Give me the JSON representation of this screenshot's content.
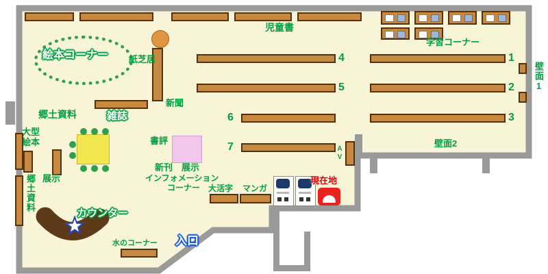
{
  "map": {
    "areas": {
      "children_books": "児童書",
      "study_corner": "学習コーナー",
      "wall_1": "壁面1",
      "wall_2": "壁面2",
      "picture_book_corner": "絵本コーナー",
      "kamishibai": "紙芝居",
      "newspaper": "新聞",
      "local_materials": "郷土資料",
      "magazines": "雑誌",
      "large_picture_books": "大型\n絵本",
      "display": "展示",
      "local_materials_side": "郷土資料",
      "book_review": "書評",
      "new_arrivals_display": "新刊　展示",
      "information_corner_line1": "インフォメーション",
      "information_corner_line2": "コーナー",
      "large_print": "大活字",
      "manga": "マンガ",
      "av": "AV",
      "current_location": "現在地",
      "counter": "カウンター",
      "water_corner": "水のコーナー",
      "entrance": "入口"
    },
    "shelf_numbers": [
      "1",
      "2",
      "3",
      "4",
      "5",
      "6",
      "7"
    ],
    "colors": {
      "floor": "#f8f4d8",
      "wall": "#9a9a98",
      "shelf": "#c7893f",
      "shelf_border": "#54300f",
      "label_green": "#00a040",
      "entrance_blue": "#0050e6",
      "location_red": "#e8231d",
      "counter_brown": "#5d3b19",
      "table_yellow": "#f2e74e",
      "chair_green": "#2da04c",
      "kamishibai_orange": "#e09540",
      "display_pink": "#f2c7ee",
      "machine_navy": "#1b3a6b",
      "star_blue": "#2440cc"
    }
  }
}
